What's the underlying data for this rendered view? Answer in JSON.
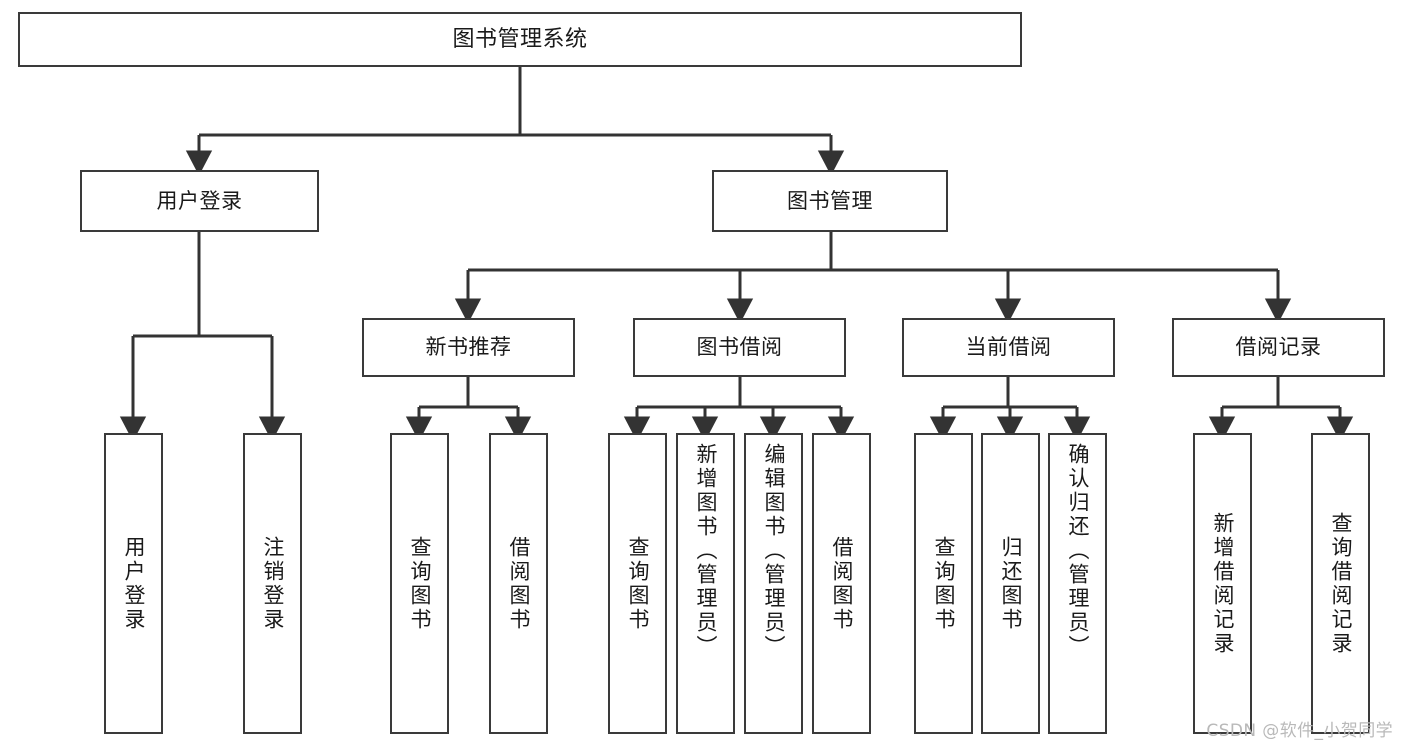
{
  "diagram": {
    "title": "图书管理系统",
    "type": "hierarchy-tree",
    "watermark": "CSDN @软件_小贺同学",
    "colors": {
      "box_border": "#3a3a3a",
      "box_fill": "#ffffff",
      "connector": "#333333",
      "text": "#1a1a1a",
      "watermark": "#b9b9b9"
    },
    "levels": {
      "root": [
        "图书管理系统"
      ],
      "level2": [
        "用户登录",
        "图书管理"
      ],
      "level3": [
        "新书推荐",
        "图书借阅",
        "当前借阅",
        "借阅记录"
      ],
      "leaves": [
        "用户登录",
        "注销登录",
        "查询图书",
        "借阅图书",
        "查询图书",
        "新增图书（管理员）",
        "编辑图书（管理员）",
        "借阅图书",
        "查询图书",
        "归还图书",
        "确认归还（管理员）",
        "新增借阅记录",
        "查询借阅记录"
      ]
    },
    "nodes": {
      "root": {
        "label": "图书管理系统"
      },
      "user_login": {
        "label": "用户登录"
      },
      "book_manage": {
        "label": "图书管理"
      },
      "new_book_rec": {
        "label": "新书推荐"
      },
      "book_borrow": {
        "label": "图书借阅"
      },
      "current_borrow": {
        "label": "当前借阅"
      },
      "borrow_record": {
        "label": "借阅记录"
      },
      "leaf_user_login": {
        "label": "用户登录"
      },
      "leaf_logout": {
        "label": "注销登录"
      },
      "leaf_query_book_1": {
        "label": "查询图书"
      },
      "leaf_borrow_book_1": {
        "label": "借阅图书"
      },
      "leaf_query_book_2": {
        "label": "查询图书"
      },
      "leaf_add_book": {
        "label": "新增图书（管理员）"
      },
      "leaf_edit_book": {
        "label": "编辑图书（管理员）"
      },
      "leaf_borrow_book_2": {
        "label": "借阅图书"
      },
      "leaf_query_book_3": {
        "label": "查询图书"
      },
      "leaf_return_book": {
        "label": "归还图书"
      },
      "leaf_confirm_return": {
        "label": "确认归还（管理员）"
      },
      "leaf_add_record": {
        "label": "新增借阅记录"
      },
      "leaf_query_record": {
        "label": "查询借阅记录"
      }
    },
    "edges": [
      {
        "from": "root",
        "to": "user_login"
      },
      {
        "from": "root",
        "to": "book_manage"
      },
      {
        "from": "user_login",
        "to": "leaf_user_login"
      },
      {
        "from": "user_login",
        "to": "leaf_logout"
      },
      {
        "from": "book_manage",
        "to": "new_book_rec"
      },
      {
        "from": "book_manage",
        "to": "book_borrow"
      },
      {
        "from": "book_manage",
        "to": "current_borrow"
      },
      {
        "from": "book_manage",
        "to": "borrow_record"
      },
      {
        "from": "new_book_rec",
        "to": "leaf_query_book_1"
      },
      {
        "from": "new_book_rec",
        "to": "leaf_borrow_book_1"
      },
      {
        "from": "book_borrow",
        "to": "leaf_query_book_2"
      },
      {
        "from": "book_borrow",
        "to": "leaf_add_book"
      },
      {
        "from": "book_borrow",
        "to": "leaf_edit_book"
      },
      {
        "from": "book_borrow",
        "to": "leaf_borrow_book_2"
      },
      {
        "from": "current_borrow",
        "to": "leaf_query_book_3"
      },
      {
        "from": "current_borrow",
        "to": "leaf_return_book"
      },
      {
        "from": "current_borrow",
        "to": "leaf_confirm_return"
      },
      {
        "from": "borrow_record",
        "to": "leaf_add_record"
      },
      {
        "from": "borrow_record",
        "to": "leaf_query_record"
      }
    ]
  }
}
